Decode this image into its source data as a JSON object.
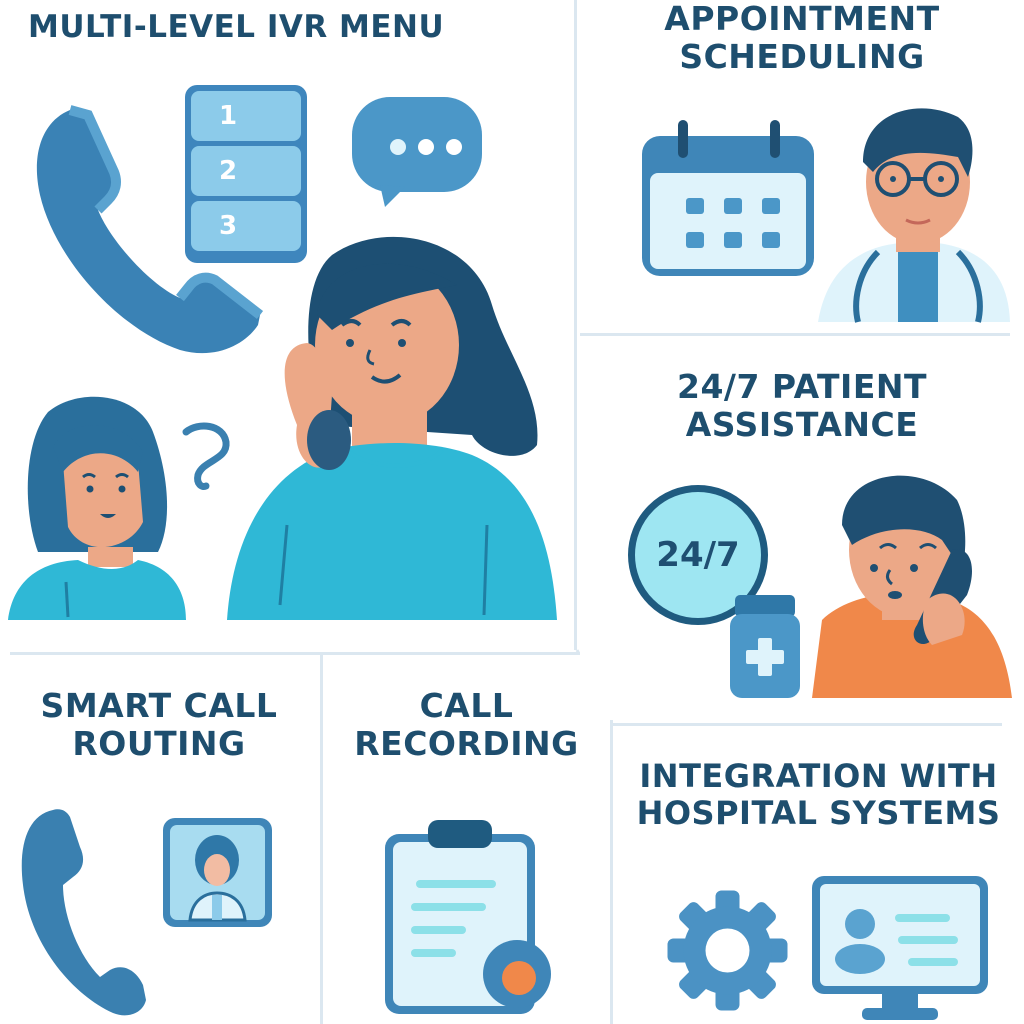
{
  "colors": {
    "title_text": "#1e4e6e",
    "primary_blue": "#3f86b8",
    "dark_blue": "#1f4f72",
    "light_blue": "#8ccbea",
    "pale_blue": "#dff3fb",
    "teal_shirt": "#2fb8d6",
    "skin": "#eca887",
    "orange_accent": "#f0884a",
    "divider": "#dbe7f0"
  },
  "panels": [
    {
      "id": "multi-level-ivr-menu",
      "title": "MULTI-LEVEL IVR MENU",
      "menu_options": [
        "1",
        "2",
        "3"
      ],
      "icons": [
        "phone-handset-icon",
        "ivr-menu-icon",
        "speech-bubble-icon",
        "question-mark-icon",
        "woman-on-phone-illustration",
        "confused-caller-illustration"
      ]
    },
    {
      "id": "appointment-scheduling",
      "title_line1": "APPOINTMENT",
      "title_line2": "SCHEDULING",
      "icons": [
        "calendar-icon",
        "doctor-illustration"
      ]
    },
    {
      "id": "patient-assistance",
      "title_line1": "24/7 PATIENT",
      "title_line2": "ASSISTANCE",
      "badge": "24/7",
      "icons": [
        "clock-badge-icon",
        "medicine-bottle-icon",
        "man-on-phone-illustration"
      ]
    },
    {
      "id": "smart-call-routing",
      "title_line1": "SMART CALL",
      "title_line2": "ROUTING",
      "icons": [
        "phone-handset-icon",
        "agent-profile-icon"
      ]
    },
    {
      "id": "call-recording",
      "title_line1": "CALL",
      "title_line2": "RECORDING",
      "icons": [
        "clipboard-icon",
        "record-button-icon"
      ]
    },
    {
      "id": "hospital-integration",
      "title_line1": "INTEGRATION WITH",
      "title_line2": "HOSPITAL SYSTEMS",
      "icons": [
        "gear-icon",
        "monitor-profile-icon"
      ]
    }
  ]
}
